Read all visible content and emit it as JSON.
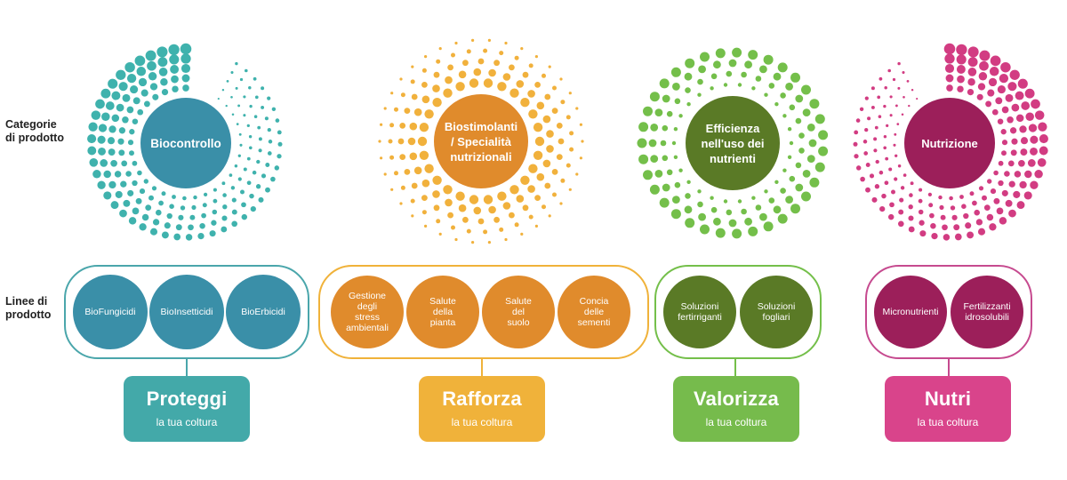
{
  "row_labels": {
    "categories": "Categorie\ndi prodotto",
    "lines": "Linee di\nprodotto"
  },
  "groups": [
    {
      "category": "Biocontrollo",
      "color": "#3a8fa8",
      "dot_color": "#3fb2ad",
      "pill_border": "#4aa6ab",
      "stem_color": "#4aa6ab",
      "items": [
        "BioFungicidi",
        "BioInsetticidi",
        "BioErbicidi"
      ],
      "action_verb": "Proteggi",
      "action_tag": "la tua coltura",
      "action_color": "#43a9a9"
    },
    {
      "category": "Biostimolanti\n/ Specialità\nnutrizionali",
      "color": "#e08b2c",
      "dot_color": "#f1b13c",
      "pill_border": "#f0b23a",
      "stem_color": "#f0b23a",
      "items": [
        "Gestione\ndegli\nstress\nambientali",
        "Salute\ndella\npianta",
        "Salute\ndel\nsuolo",
        "Concia\ndelle\nsementi"
      ],
      "action_verb": "Rafforza",
      "action_tag": "la tua coltura",
      "action_color": "#f0b23a"
    },
    {
      "category": "Efficienza\nnell'uso dei\nnutrienti",
      "color": "#5a7a26",
      "dot_color": "#74bf4a",
      "pill_border": "#74bf4a",
      "stem_color": "#74bf4a",
      "items": [
        "Soluzioni\nfertirriganti",
        "Soluzioni\nfogliari"
      ],
      "action_verb": "Valorizza",
      "action_tag": "la tua coltura",
      "action_color": "#76bb4c"
    },
    {
      "category": "Nutrizione",
      "color": "#9c1f5a",
      "dot_color": "#d23c82",
      "pill_border": "#c64a8f",
      "stem_color": "#c64a8f",
      "items": [
        "Micronutrienti",
        "Fertilizzanti\nidrosolubili"
      ],
      "action_verb": "Nutri",
      "action_tag": "la tua coltura",
      "action_color": "#d9448b"
    }
  ]
}
